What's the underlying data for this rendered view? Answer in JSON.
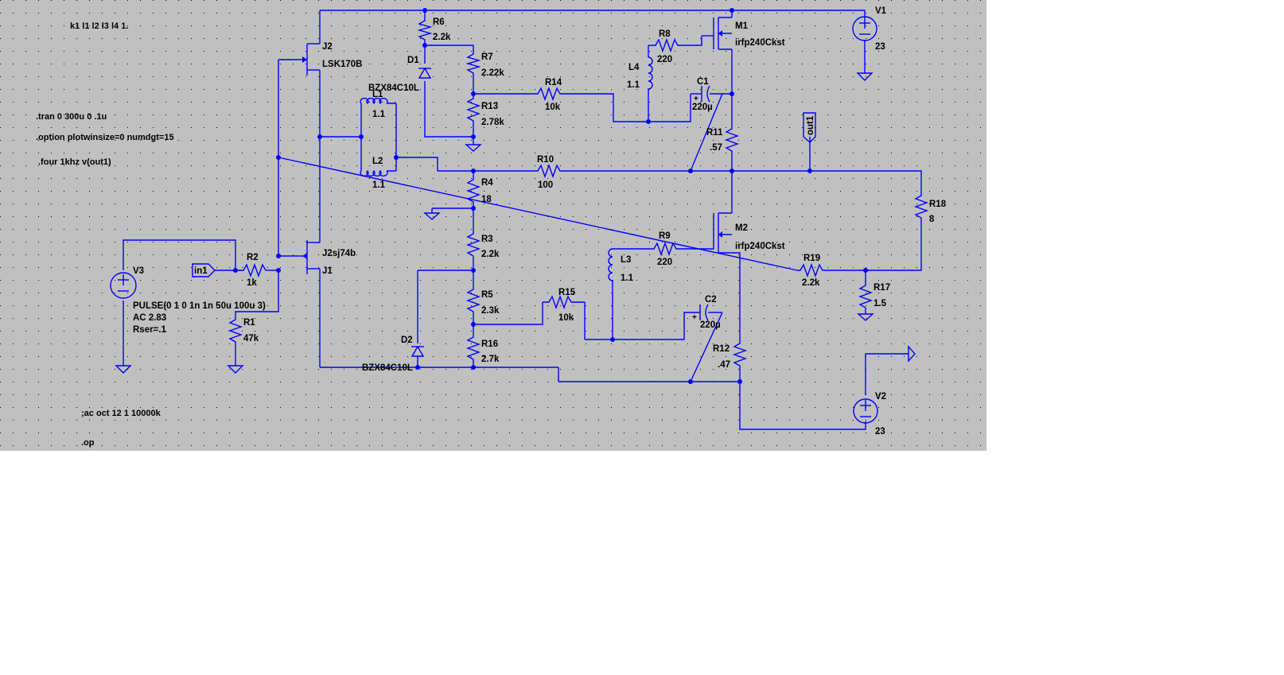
{
  "schematic": {
    "directives": {
      "coupling": "k1 l1 l2 l3 l4 1.",
      "tran": ".tran 0 300u 0 .1u",
      "option": ".option plotwinsize=0 numdgt=15",
      "four": ".four 1khz v(out1)",
      "ac": ";ac oct 12 1 10000k",
      "op": ".op"
    },
    "components": {
      "J2": {
        "name": "J2",
        "model": "LSK170B"
      },
      "J1": {
        "name": "J1",
        "model": "J2sj74b"
      },
      "M1": {
        "name": "M1",
        "model": "irfp240Ckst"
      },
      "M2": {
        "name": "M2",
        "model": "irfp240Ckst"
      },
      "R1": {
        "name": "R1",
        "value": "47k"
      },
      "R2": {
        "name": "R2",
        "value": "1k"
      },
      "R3": {
        "name": "R3",
        "value": "2.2k"
      },
      "R4": {
        "name": "R4",
        "value": "18"
      },
      "R5": {
        "name": "R5",
        "value": "2.3k"
      },
      "R6": {
        "name": "R6",
        "value": "2.2k"
      },
      "R7": {
        "name": "R7",
        "value": "2.22k"
      },
      "R8": {
        "name": "R8",
        "value": "220"
      },
      "R9": {
        "name": "R9",
        "value": "220"
      },
      "R10": {
        "name": "R10",
        "value": "100"
      },
      "R11": {
        "name": "R11",
        "value": ".57"
      },
      "R12": {
        "name": "R12",
        "value": ".47"
      },
      "R13": {
        "name": "R13",
        "value": "2.78k"
      },
      "R14": {
        "name": "R14",
        "value": "10k"
      },
      "R15": {
        "name": "R15",
        "value": "10k"
      },
      "R16": {
        "name": "R16",
        "value": "2.7k"
      },
      "R17": {
        "name": "R17",
        "value": "1.5"
      },
      "R18": {
        "name": "R18",
        "value": "8"
      },
      "R19": {
        "name": "R19",
        "value": "2.2k"
      },
      "L1": {
        "name": "L1",
        "value": "1.1"
      },
      "L2": {
        "name": "L2",
        "value": "1.1"
      },
      "L3": {
        "name": "L3",
        "value": "1.1"
      },
      "L4": {
        "name": "L4",
        "value": "1.1"
      },
      "C1": {
        "name": "C1",
        "value": "220µ"
      },
      "C2": {
        "name": "C2",
        "value": "220µ"
      },
      "D1": {
        "name": "D1",
        "model": "BZX84C10L"
      },
      "D2": {
        "name": "D2",
        "model": "BZX84C10L"
      },
      "V1": {
        "name": "V1",
        "value": "23"
      },
      "V2": {
        "name": "V2",
        "value": "23"
      },
      "V3": {
        "name": "V3",
        "pulse": "PULSE(0 1 0 1n 1n 50u 100u 3)",
        "ac": "AC 2.83",
        "rser": "Rser=.1"
      }
    },
    "net_labels": {
      "in": "in1",
      "out": "out1"
    },
    "colors": {
      "wire": "#0000ff",
      "background": "#c0c0c0",
      "grid": "#000000"
    }
  }
}
